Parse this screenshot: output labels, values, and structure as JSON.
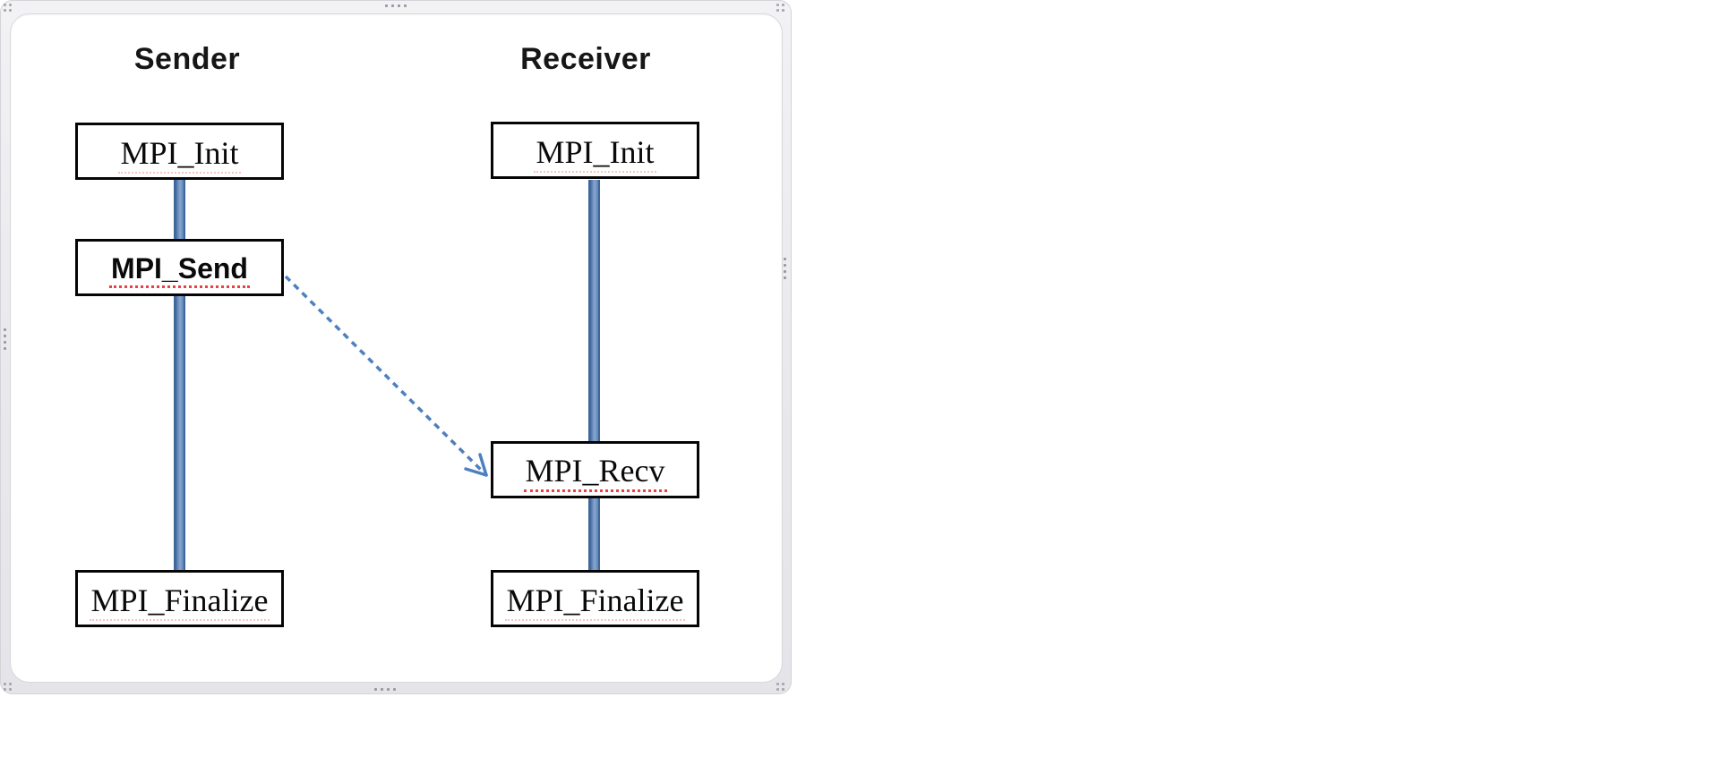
{
  "diagram": {
    "headings": {
      "sender": "Sender",
      "receiver": "Receiver"
    },
    "sender_column": {
      "init": "MPI_Init",
      "send": "MPI_Send",
      "finalize": "MPI_Finalize"
    },
    "receiver_column": {
      "init": "MPI_Init",
      "recv": "MPI_Recv",
      "finalize": "MPI_Finalize"
    },
    "colors": {
      "lifeline": "#6D92C2",
      "lifeline_edge": "#3F6699",
      "message_arrow": "#4E80BF",
      "box_border": "#050505",
      "spellcheck_underline": "#EE3F3F",
      "canvas_frame": "#E9E9ED"
    }
  }
}
